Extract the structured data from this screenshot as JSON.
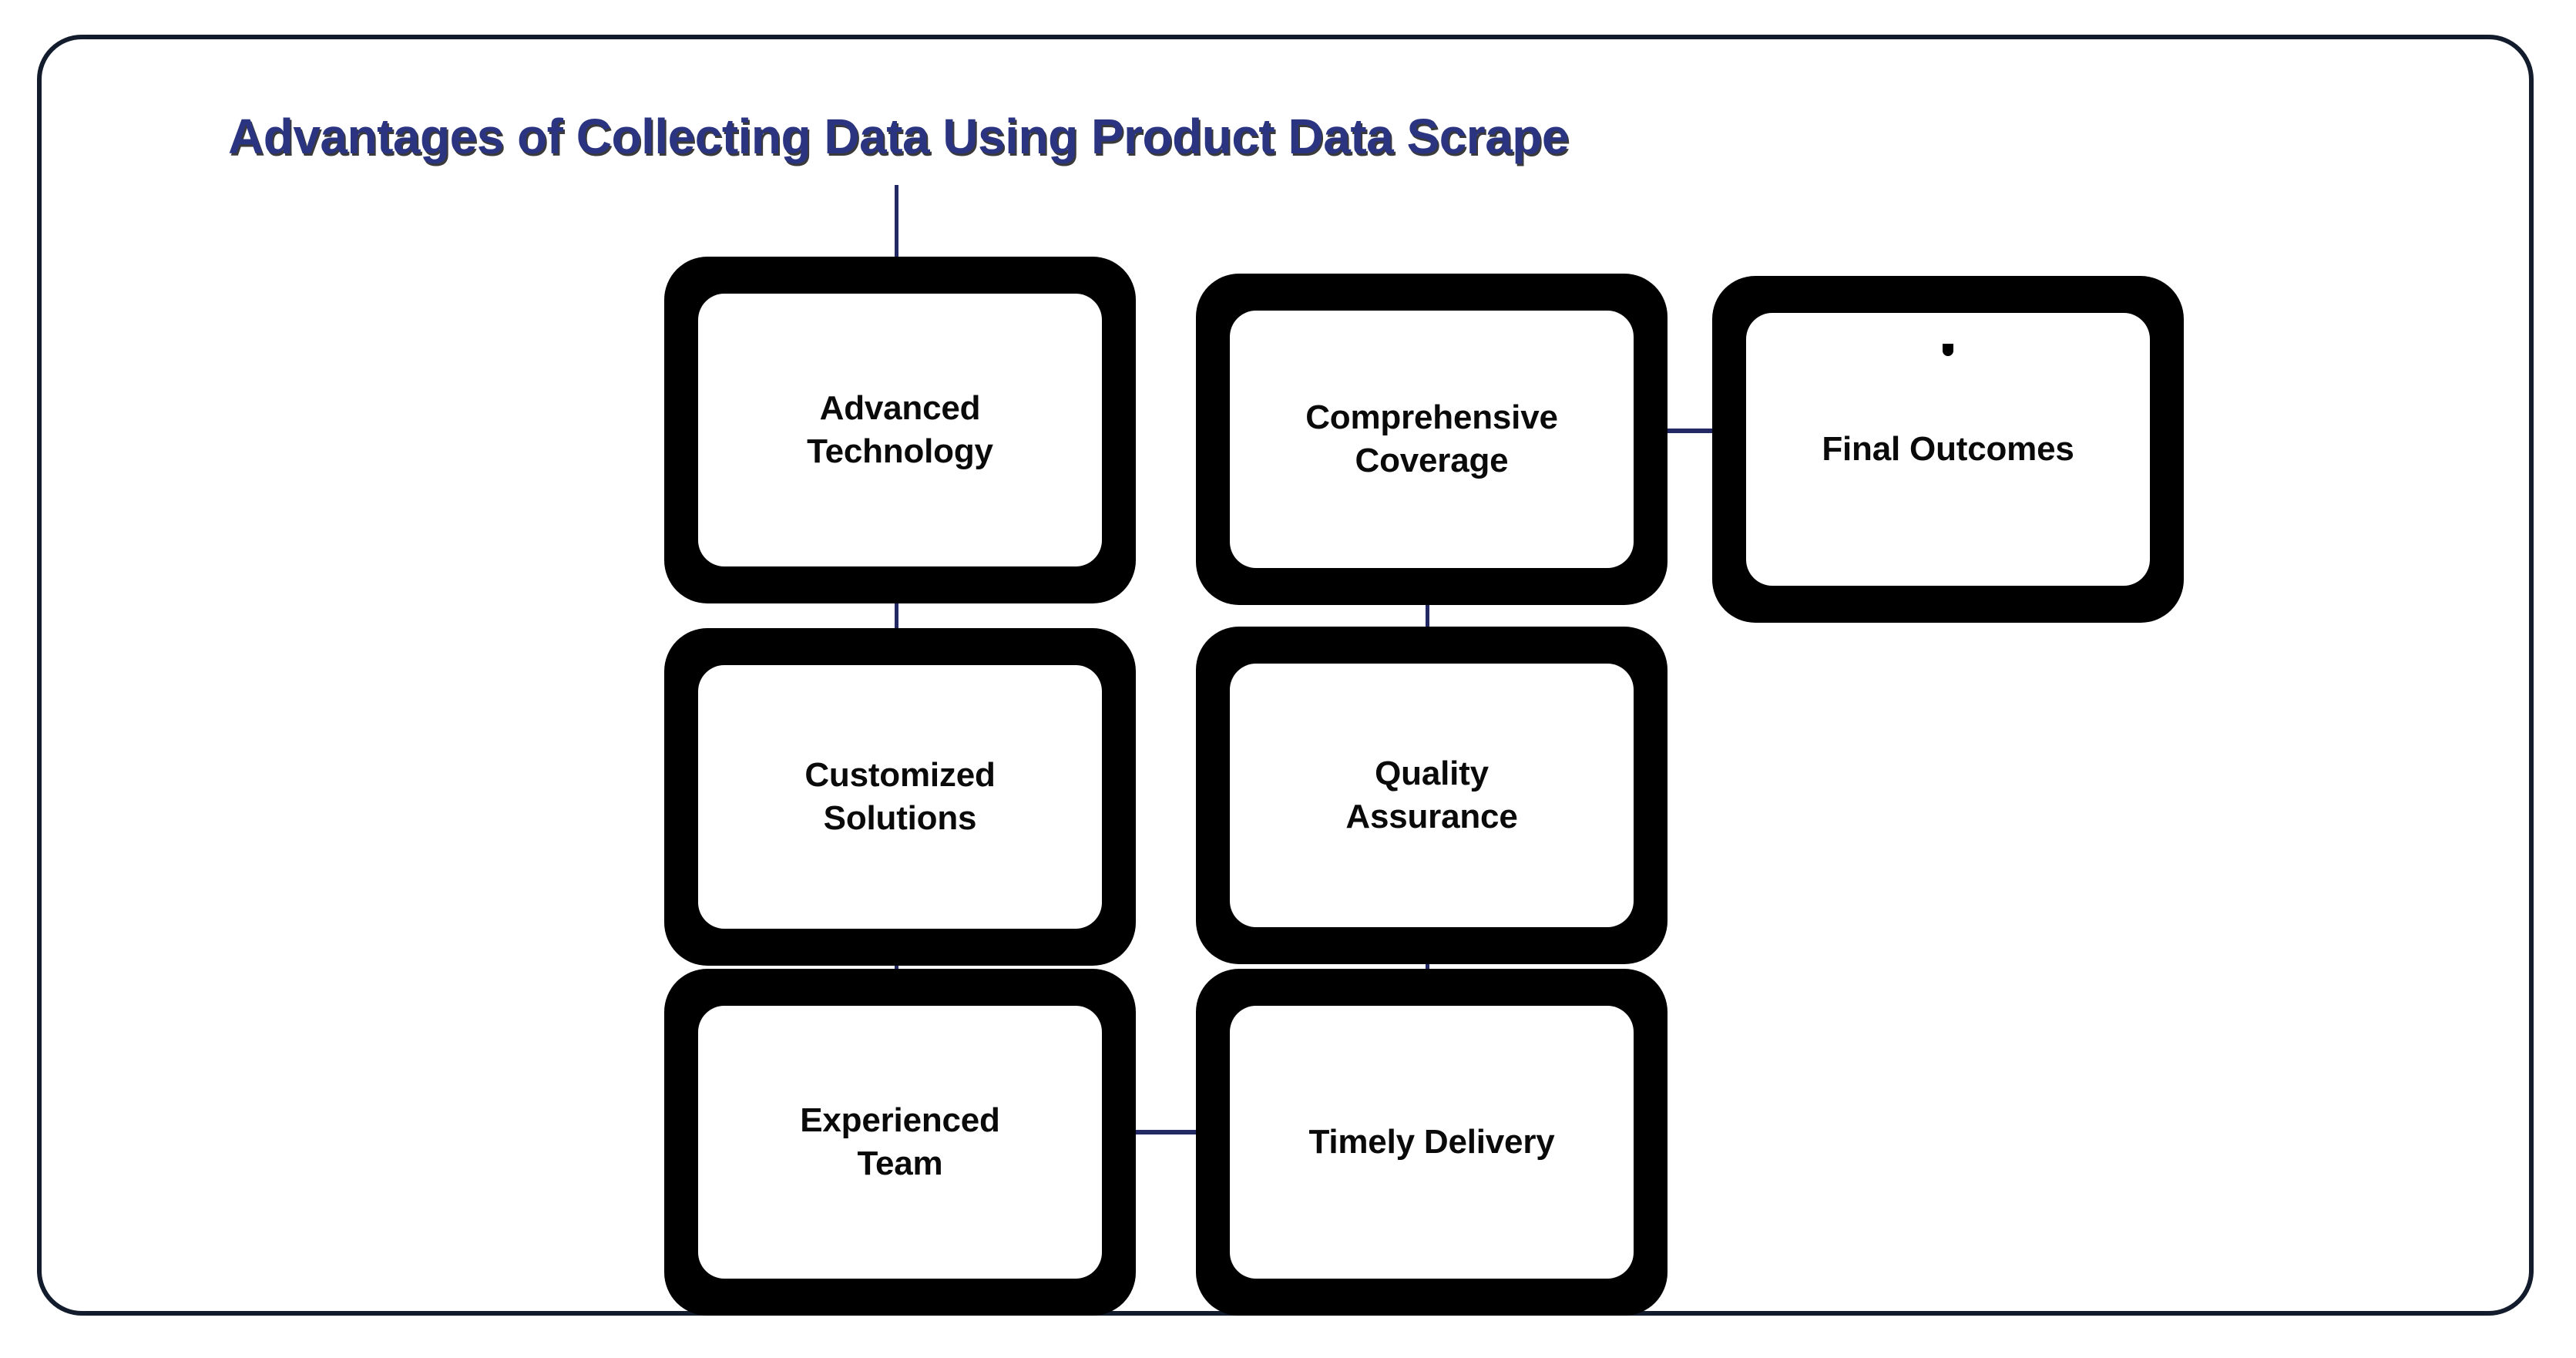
{
  "diagram": {
    "title": "Advantages of Collecting Data Using Product Data Scrape",
    "accent_color": "#2b3480",
    "connector_color": "#232a63",
    "node_border_color": "#000000",
    "node_fill_color": "#ffffff",
    "frame_color": "#121c2c",
    "nodes": [
      {
        "id": "advanced-technology",
        "label": "Advanced\nTechnology",
        "column": 1,
        "row": 1
      },
      {
        "id": "customized-solutions",
        "label": "Customized\nSolutions",
        "column": 1,
        "row": 2
      },
      {
        "id": "experienced-team",
        "label": "Experienced\nTeam",
        "column": 1,
        "row": 3
      },
      {
        "id": "comprehensive-coverage",
        "label": "Comprehensive\nCoverage",
        "column": 2,
        "row": 1
      },
      {
        "id": "quality-assurance",
        "label": "Quality\nAssurance",
        "column": 2,
        "row": 2
      },
      {
        "id": "timely-delivery",
        "label": "Timely Delivery",
        "column": 2,
        "row": 3
      },
      {
        "id": "final-outcomes",
        "label": "Final Outcomes",
        "column": 3,
        "row": 1
      }
    ],
    "connections": [
      {
        "from": "title",
        "to": "advanced-technology",
        "orientation": "vertical"
      },
      {
        "from": "advanced-technology",
        "to": "customized-solutions",
        "orientation": "vertical"
      },
      {
        "from": "customized-solutions",
        "to": "experienced-team",
        "orientation": "vertical"
      },
      {
        "from": "experienced-team",
        "to": "timely-delivery",
        "orientation": "horizontal"
      },
      {
        "from": "timely-delivery",
        "to": "quality-assurance",
        "orientation": "vertical"
      },
      {
        "from": "quality-assurance",
        "to": "comprehensive-coverage",
        "orientation": "vertical"
      },
      {
        "from": "comprehensive-coverage",
        "to": "final-outcomes",
        "orientation": "horizontal"
      }
    ]
  }
}
